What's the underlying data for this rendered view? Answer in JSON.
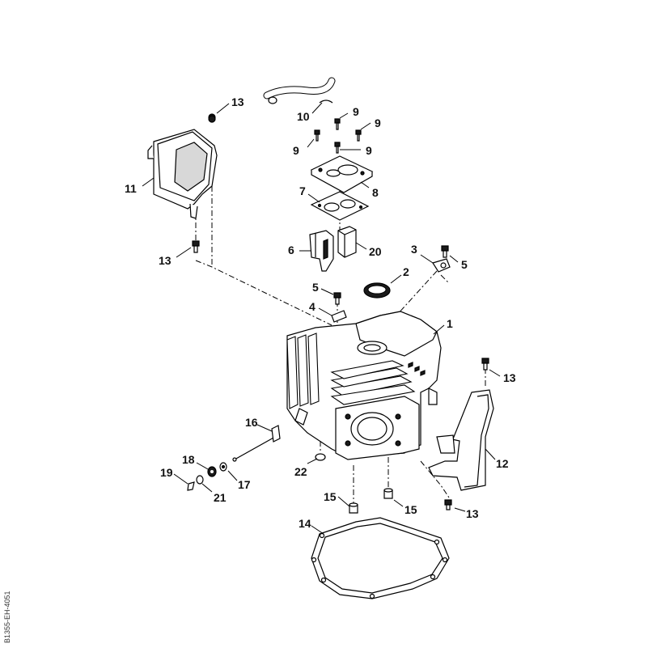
{
  "diagram_code": "B1355-EH-4051",
  "callouts": [
    "1",
    "2",
    "3",
    "4",
    "5",
    "5",
    "6",
    "7",
    "8",
    "9",
    "9",
    "9",
    "9",
    "10",
    "11",
    "12",
    "13",
    "13",
    "13",
    "13",
    "14",
    "15",
    "15",
    "16",
    "17",
    "18",
    "19",
    "20",
    "21",
    "22"
  ],
  "colors": {
    "ink": "#000000",
    "fill": "#ffffff",
    "dark_fill": "#1a1a1a"
  }
}
